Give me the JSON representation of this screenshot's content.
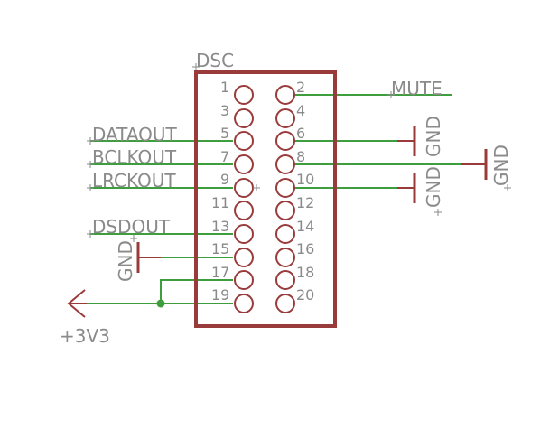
{
  "component": {
    "name": "DSC",
    "pins": [
      "1",
      "2",
      "3",
      "4",
      "5",
      "6",
      "7",
      "8",
      "9",
      "10",
      "11",
      "12",
      "13",
      "14",
      "15",
      "16",
      "17",
      "18",
      "19",
      "20"
    ]
  },
  "nets": {
    "mute": "MUTE",
    "dataout": "DATAOUT",
    "bclkout": "BCLKOUT",
    "lrckout": "LRCKOUT",
    "dsdout": "DSDOUT",
    "gnd_pin6": "GND",
    "gnd_pin8": "GND",
    "gnd_pin10": "GND",
    "gnd_pin15": "GND",
    "supply": "+3V3"
  },
  "colors": {
    "wire": "#3e9e3e",
    "symbol": "#9a3b3b",
    "text": "#8a8a8a",
    "junction": "#3e9e3e"
  }
}
